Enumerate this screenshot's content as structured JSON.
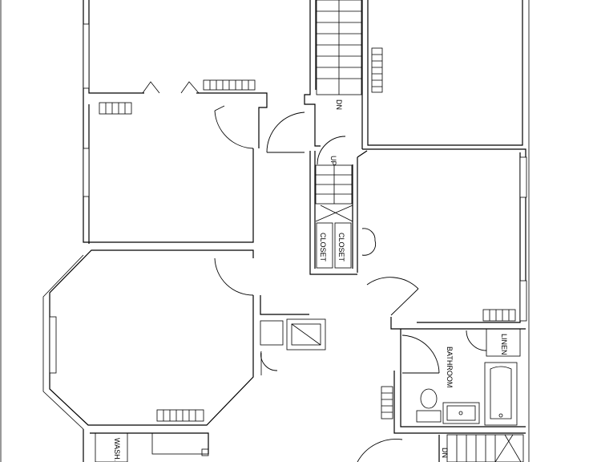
{
  "floor_plan": {
    "labels": {
      "dn_top": "DN",
      "up": "UP",
      "closet_left": "CLOSET",
      "closet_right": "CLOSET",
      "bathroom": "BATHROOM",
      "linen": "LINEN",
      "wash": "WASH.",
      "dn_bottom": "DN"
    }
  }
}
